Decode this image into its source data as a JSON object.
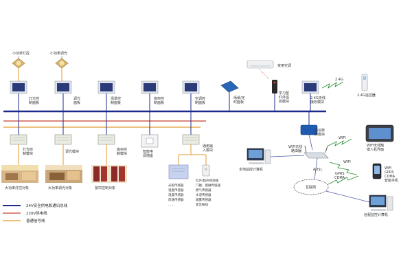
{
  "colors": {
    "bus": "#1c2a8c",
    "power_220v": "#c8402f",
    "signal": "#e39a2c",
    "wire_thin": "#4a5aa8",
    "wireless": "#1f8a2e",
    "panel_face": "#2b3a78",
    "panel_frame": "#dfe3ea",
    "module": "#e9ece2",
    "handheld": "#2a66b8",
    "gateway": "#1e5bb0"
  },
  "top_loads": {
    "lamp_1": "小功率灯控",
    "lamp_2": "小功率调光"
  },
  "panels": {
    "p1": [
      "灯光控",
      "制面板"
    ],
    "p2": [
      "调光",
      "面板"
    ],
    "p3": [
      "场景控",
      "制面板"
    ],
    "p4": [
      "窗帘控",
      "制面板"
    ],
    "p5": [
      "空调控",
      "制面板"
    ]
  },
  "remote": [
    "场景/定",
    "时面板"
  ],
  "learning": [
    "学习型",
    "红外遥",
    "控模块"
  ],
  "ac_home": "家用空调",
  "wireless_module": [
    "2.4G无线",
    "接收模块"
  ],
  "small_24g": "2.4G",
  "device_24g": "2.4G遥控器",
  "modules": {
    "m1": [
      "灯光控",
      "制模块"
    ],
    "m2": [
      "调光模块"
    ],
    "m3": [
      "窗帘控",
      "制模块"
    ],
    "m4": [
      "智能电",
      "源插座"
    ],
    "m5": [
      "通用输",
      "入模块"
    ]
  },
  "converter": [
    "协议转",
    "换模块"
  ],
  "wifi_router": [
    "WiFi无线",
    "路由器"
  ],
  "wifi_labels": {
    "w1": "WIFI",
    "w2": "WIFI",
    "gprs": "GPRS",
    "cdma": "CDMA",
    "adsl": "ADSL"
  },
  "internet": "互联网",
  "local_pc": "本地监控计算机",
  "screen_device": [
    "WiFi无线触",
    "摸人机界面"
  ],
  "phone": [
    "WiFi",
    "GPRS",
    "CDMA",
    "智能手机"
  ],
  "remote_pc": "远程监控计算机",
  "rooms": {
    "r1": "大功率灯控对象",
    "r2": "大功率调光对象",
    "r3": "窗帘控制对象"
  },
  "sensors_left": [
    "光照传感器",
    "温度传感器",
    "湿度传感器",
    "风速传感器",
    "……"
  ],
  "sensors_right": [
    "红外/超声探测器",
    "门磁、窗磁传感器",
    "燃气传感器",
    "水浸传感器",
    "烟雾传感器",
    "紧急按钮"
  ],
  "legend": [
    {
      "label": "24V安全供电和通讯总线",
      "color_key": "bus"
    },
    {
      "label": "220V供电线",
      "color_key": "power_220v"
    },
    {
      "label": "普通信号线",
      "color_key": "signal"
    }
  ]
}
